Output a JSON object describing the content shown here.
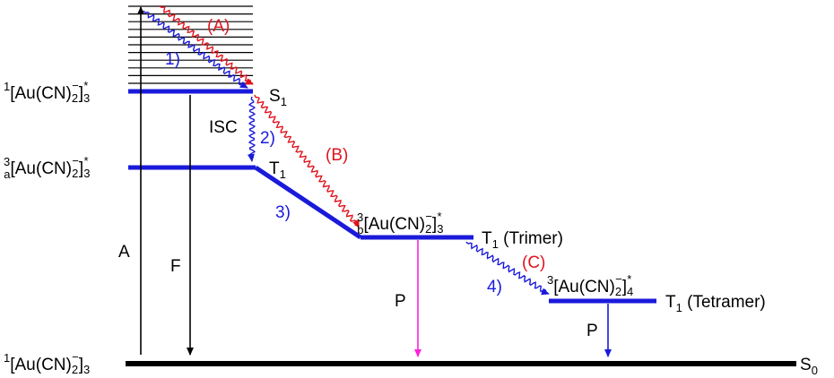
{
  "levels": {
    "s1_species": {
      "pre": "1",
      "base": "[Au(CN)",
      "sub": "2",
      "sup": "−",
      "close": "]",
      "sub2": "3",
      "star": "*"
    },
    "t1_species": {
      "pre": "3",
      "presub": "a",
      "base": "[Au(CN)",
      "sub": "2",
      "sup": "−",
      "close": "]",
      "sub2": "3",
      "star": "*"
    },
    "trimer_species": {
      "pre": "3",
      "presub": "b",
      "base": "[Au(CN)",
      "sub": "2",
      "sup": "−",
      "close": "]",
      "sub2": "3",
      "star": "*"
    },
    "tetramer_species": {
      "pre": "3",
      "base": "[Au(CN)",
      "sub": "2",
      "sup": "−",
      "close": "]",
      "sub2": "4",
      "star": "*"
    },
    "ground_species": {
      "pre": "1",
      "base": "[Au(CN)",
      "sub": "2",
      "sup": "−",
      "close": "]",
      "sub2": "3"
    }
  },
  "state_labels": {
    "s1": {
      "main": "S",
      "sub": "1"
    },
    "t1": {
      "main": "T",
      "sub": "1"
    },
    "t1_trimer": {
      "main": "T",
      "sub": "1",
      "rest": " (Trimer)"
    },
    "t1_tetramer": {
      "main": "T",
      "sub": "1",
      "rest": " (Tetramer)"
    },
    "s0": {
      "main": "S",
      "sub": "0"
    }
  },
  "transitions": {
    "absorption": "A",
    "fluorescence": "F",
    "isc": "ISC",
    "phosphorescence_trimer": "P",
    "phosphorescence_tetramer": "P"
  },
  "pathways": {
    "step1": "1)",
    "step2": "2)",
    "step3": "3)",
    "step4": "4)",
    "A": "(A)",
    "B": "(B)",
    "C": "(C)"
  },
  "colors": {
    "level_blue": "#1a1adb",
    "path_red": "#e0141e",
    "phosphorescence_magenta": "#ff22dd",
    "ground_black": "#000000"
  }
}
